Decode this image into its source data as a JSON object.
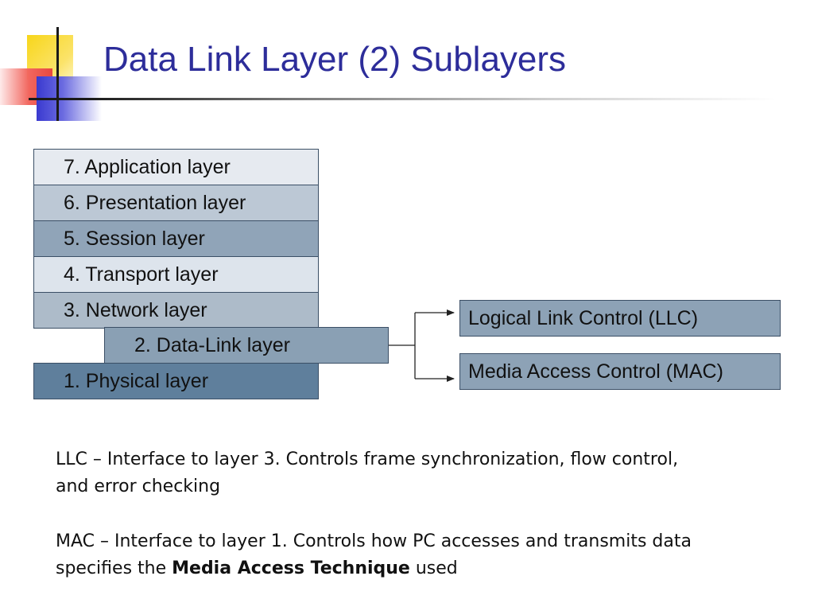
{
  "title": "Data Link Layer (2) Sublayers",
  "layers": [
    {
      "label": "7. Application layer"
    },
    {
      "label": "6. Presentation layer"
    },
    {
      "label": "5. Session layer"
    },
    {
      "label": "4. Transport layer"
    },
    {
      "label": "3. Network layer"
    },
    {
      "label": "2. Data-Link layer"
    },
    {
      "label": "1. Physical layer"
    }
  ],
  "sublayers": [
    {
      "label": "Logical Link Control (LLC)"
    },
    {
      "label": "Media Access Control (MAC)"
    }
  ],
  "descriptions": {
    "llc_line1": "LLC – Interface to layer 3. Controls frame synchronization, flow control,",
    "llc_line2": "and error checking",
    "mac_line1": "MAC – Interface to layer 1. Controls how PC accesses and transmits data",
    "mac_line2_pre": "specifies the ",
    "mac_line2_bold": "Media Access Technique",
    "mac_line2_post": " used"
  },
  "colors": {
    "title": "#2d2d9a",
    "layer_border": "#3b4f66",
    "physical_layer": "#5f7f9c",
    "sublayer_fill": "#8da2b6"
  }
}
